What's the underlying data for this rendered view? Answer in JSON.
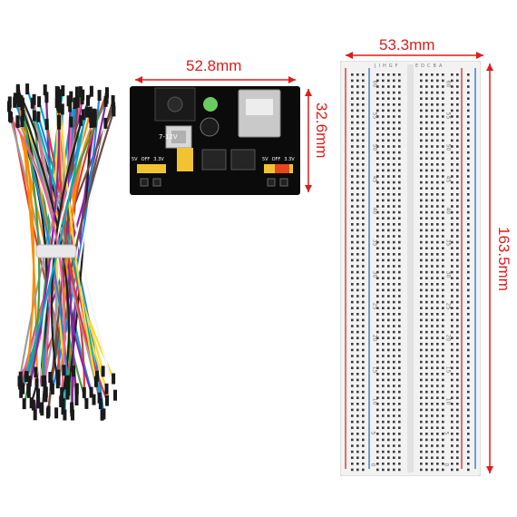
{
  "dimensions": {
    "module_width": "52.8mm",
    "module_height": "32.6mm",
    "breadboard_width": "53.3mm",
    "breadboard_height": "163.5mm"
  },
  "module": {
    "input_voltage": "7-12V",
    "left_jumper": [
      "5V",
      "OFF",
      "3.3V"
    ],
    "right_jumper": [
      "5V",
      "OFF",
      "3.3V"
    ]
  },
  "breadboard": {
    "row_numbers": [
      "60",
      "55",
      "50",
      "45",
      "40",
      "35",
      "30",
      "25",
      "20",
      "15",
      "10",
      "5",
      "0"
    ],
    "col_letters_left": [
      "J",
      "I",
      "H",
      "G",
      "F"
    ],
    "col_letters_right": [
      "E",
      "D",
      "C",
      "B",
      "A"
    ]
  },
  "colors": {
    "dimension": "#e01b1b",
    "board_pcb": "#0b0b0b",
    "rail_red": "#d9363e",
    "rail_blue": "#3b78c9",
    "breadboard_body": "#f2f2f2"
  }
}
